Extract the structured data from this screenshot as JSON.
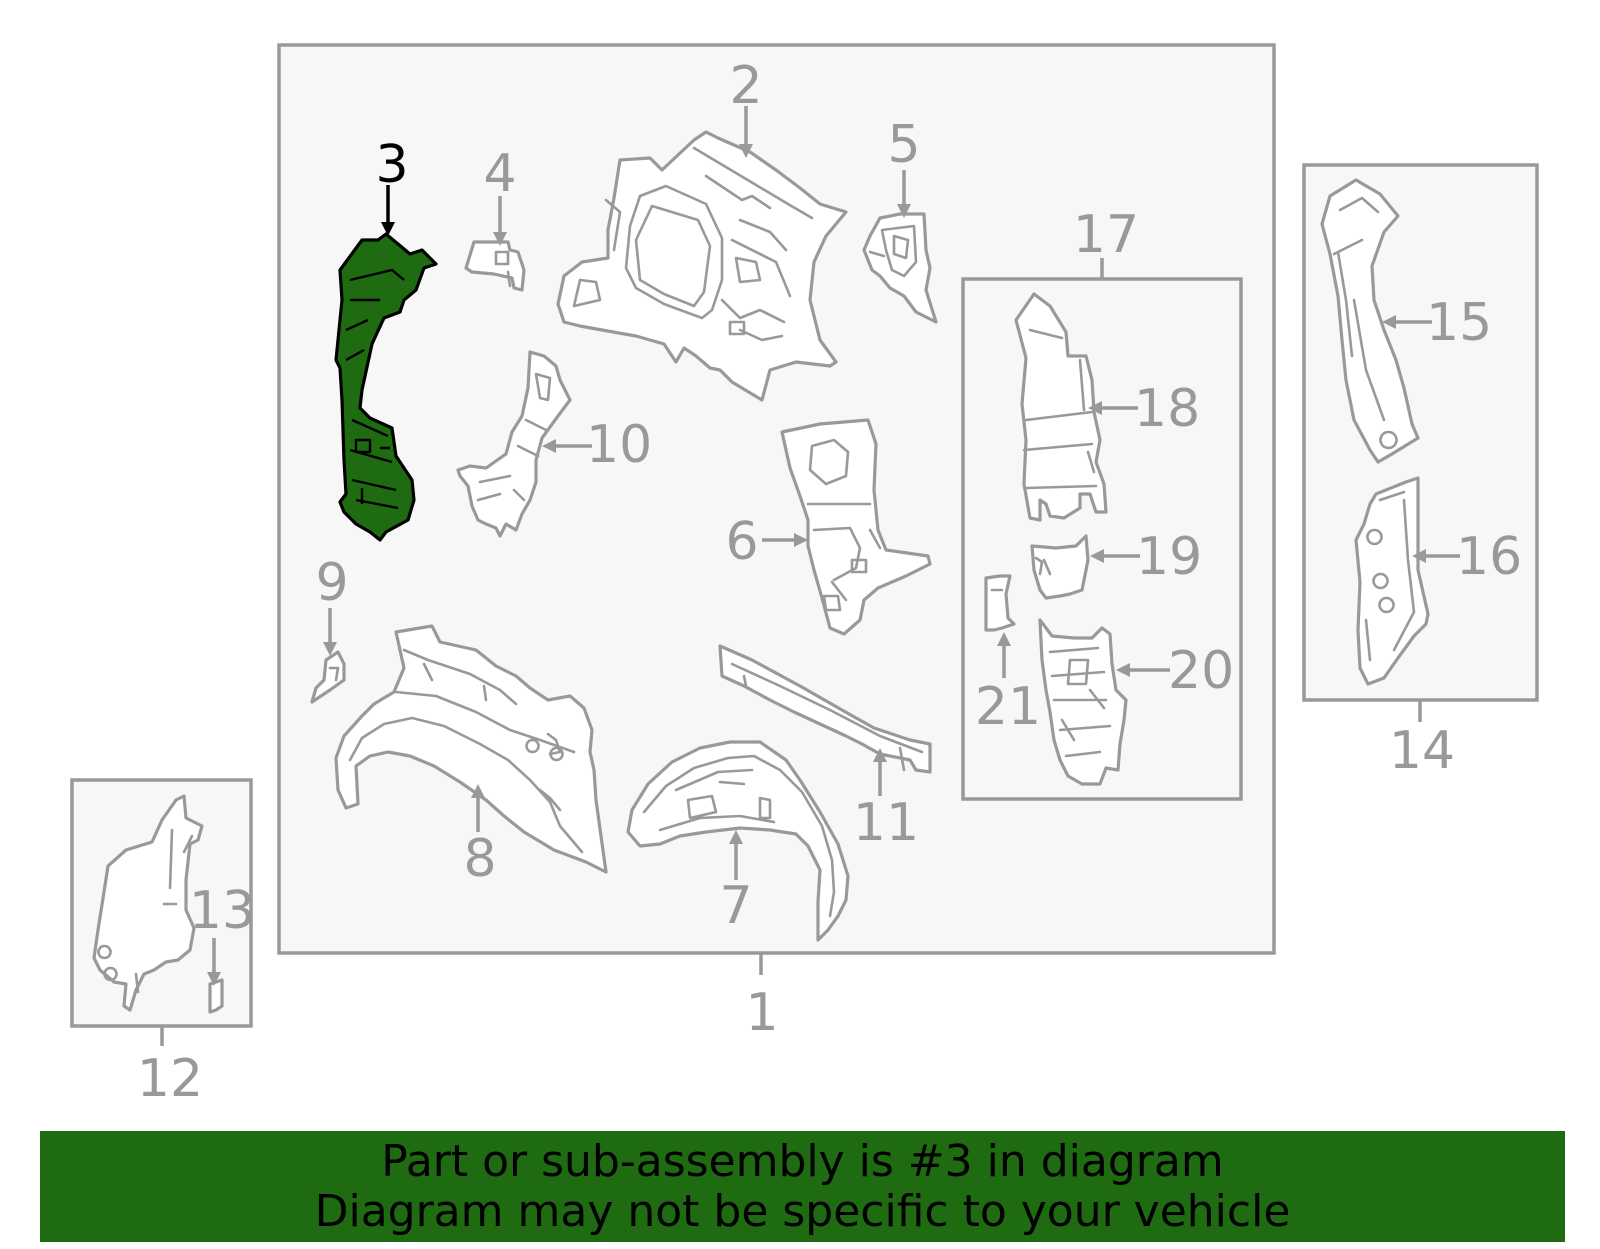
{
  "diagram": {
    "callouts": {
      "c1": "1",
      "c2": "2",
      "c3": "3",
      "c4": "4",
      "c5": "5",
      "c6": "6",
      "c7": "7",
      "c8": "8",
      "c9": "9",
      "c10": "10",
      "c11": "11",
      "c12": "12",
      "c13": "13",
      "c14": "14",
      "c15": "15",
      "c16": "16",
      "c17": "17",
      "c18": "18",
      "c19": "19",
      "c20": "20",
      "c21": "21"
    },
    "highlighted_part": "3",
    "highlight_color": "#1e6b12",
    "line_color": "#999999"
  },
  "banner": {
    "line1": "Part or sub-assembly is #3 in diagram",
    "line2": "Diagram may not be specific to your vehicle",
    "color": "#1e6b12"
  }
}
